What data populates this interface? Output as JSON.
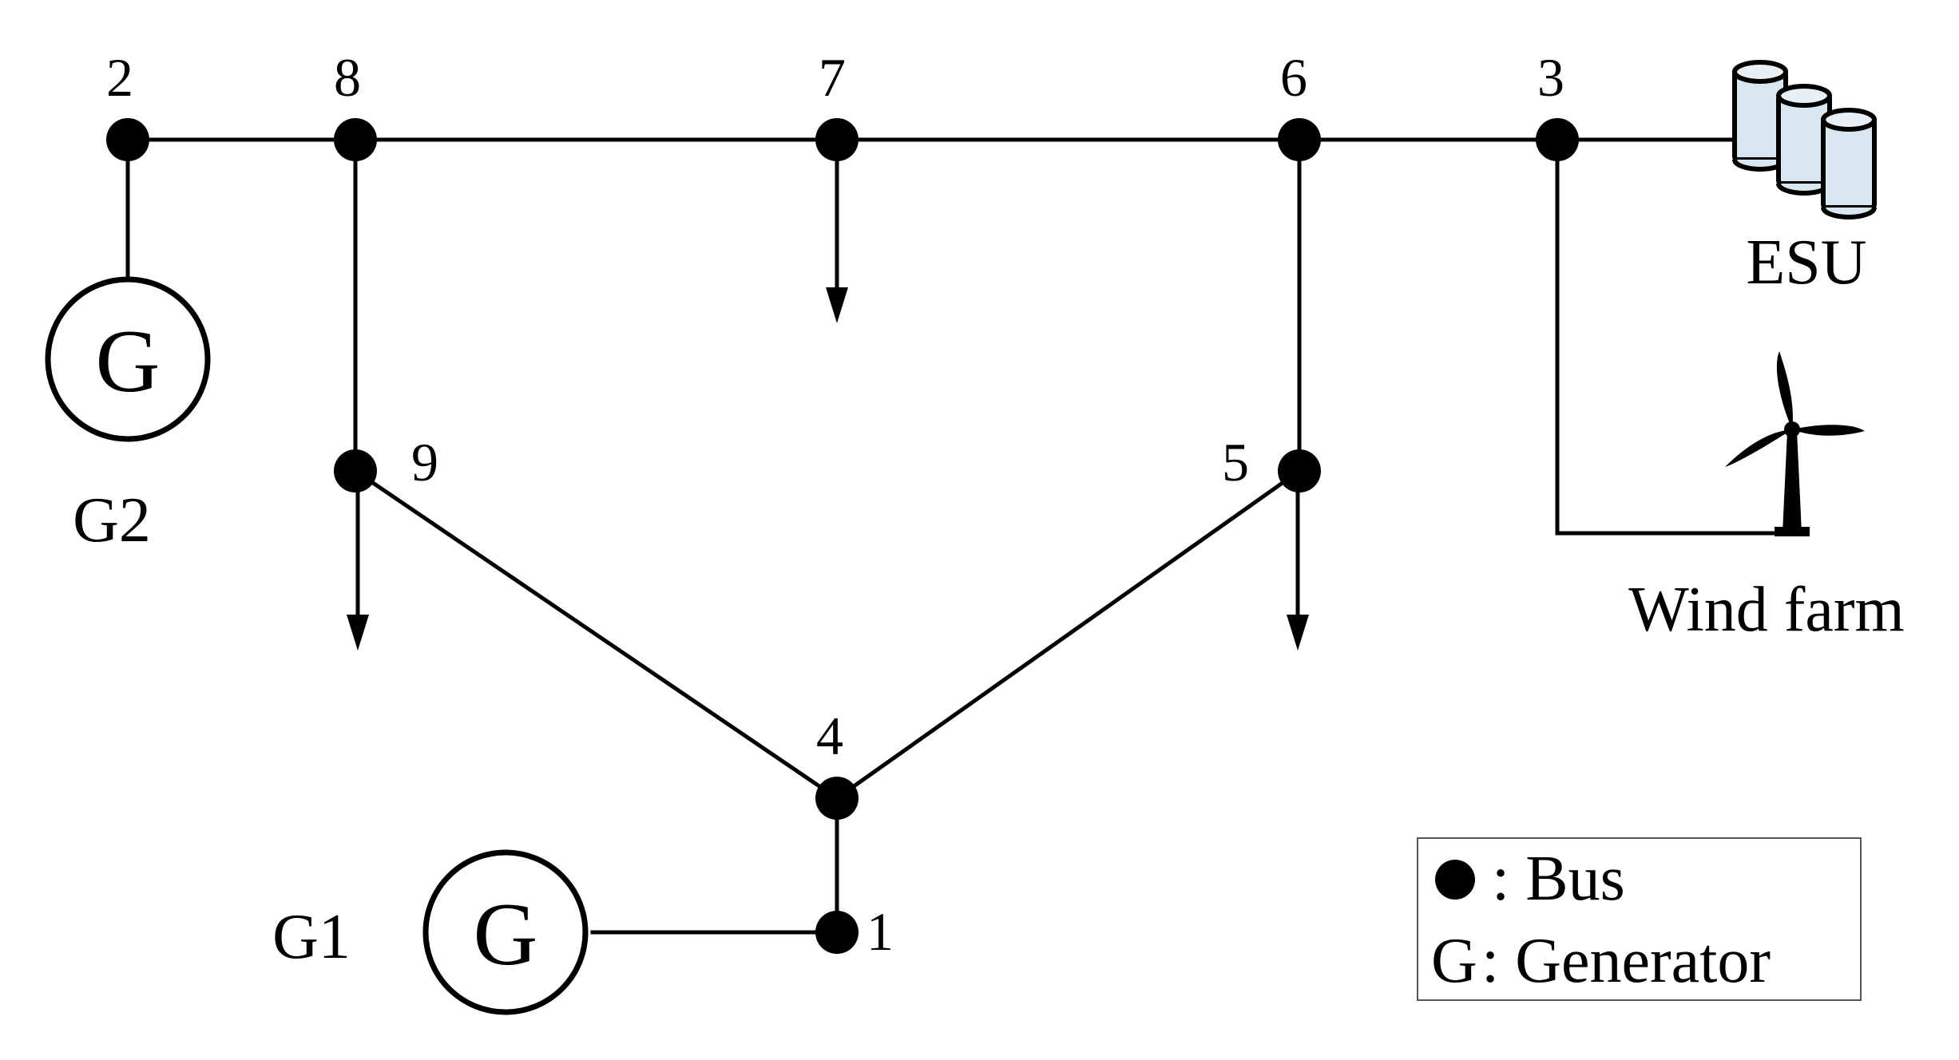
{
  "buses": [
    {
      "id": "bus-1",
      "label": "1"
    },
    {
      "id": "bus-2",
      "label": "2"
    },
    {
      "id": "bus-3",
      "label": "3"
    },
    {
      "id": "bus-4",
      "label": "4"
    },
    {
      "id": "bus-5",
      "label": "5"
    },
    {
      "id": "bus-6",
      "label": "6"
    },
    {
      "id": "bus-7",
      "label": "7"
    },
    {
      "id": "bus-8",
      "label": "8"
    },
    {
      "id": "bus-9",
      "label": "9"
    }
  ],
  "generators": {
    "g1": {
      "label": "G1",
      "symbol": "G"
    },
    "g2": {
      "label": "G2",
      "symbol": "G"
    }
  },
  "esu": {
    "label": "ESU"
  },
  "wind_farm": {
    "label": "Wind farm"
  },
  "legend": {
    "bus_text": ": Bus",
    "gen_symbol": "G",
    "gen_text": ": Generator"
  },
  "connections": [
    [
      "2",
      "8"
    ],
    [
      "8",
      "7"
    ],
    [
      "7",
      "6"
    ],
    [
      "6",
      "3"
    ],
    [
      "2",
      "G2"
    ],
    [
      "8",
      "9"
    ],
    [
      "9",
      "4"
    ],
    [
      "6",
      "5"
    ],
    [
      "5",
      "4"
    ],
    [
      "4",
      "1"
    ],
    [
      "1",
      "G1"
    ],
    [
      "3",
      "ESU"
    ],
    [
      "3",
      "Wind farm"
    ]
  ],
  "loads": [
    "7",
    "9",
    "5"
  ]
}
